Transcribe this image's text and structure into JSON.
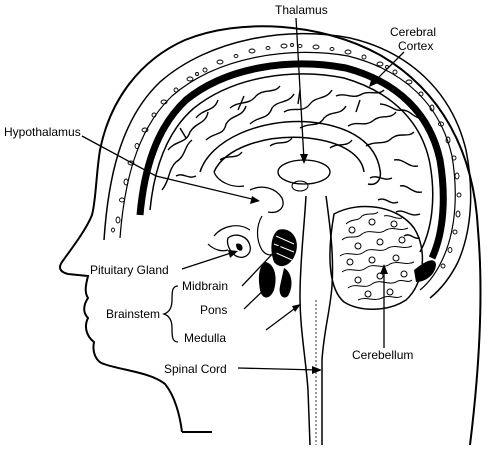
{
  "labels": {
    "thalamus": "Thalamus",
    "cerebral_cortex_line1": "Cerebral",
    "cerebral_cortex_line2": "Cortex",
    "hypothalamus": "Hypothalamus",
    "pituitary_gland": "Pituitary Gland",
    "midbrain": "Midbrain",
    "brainstem": "Brainstem",
    "pons": "Pons",
    "medulla": "Medulla",
    "spinal_cord": "Spinal Cord",
    "cerebellum": "Cerebellum"
  },
  "colors": {
    "ink": "#000000",
    "paper": "#ffffff"
  }
}
